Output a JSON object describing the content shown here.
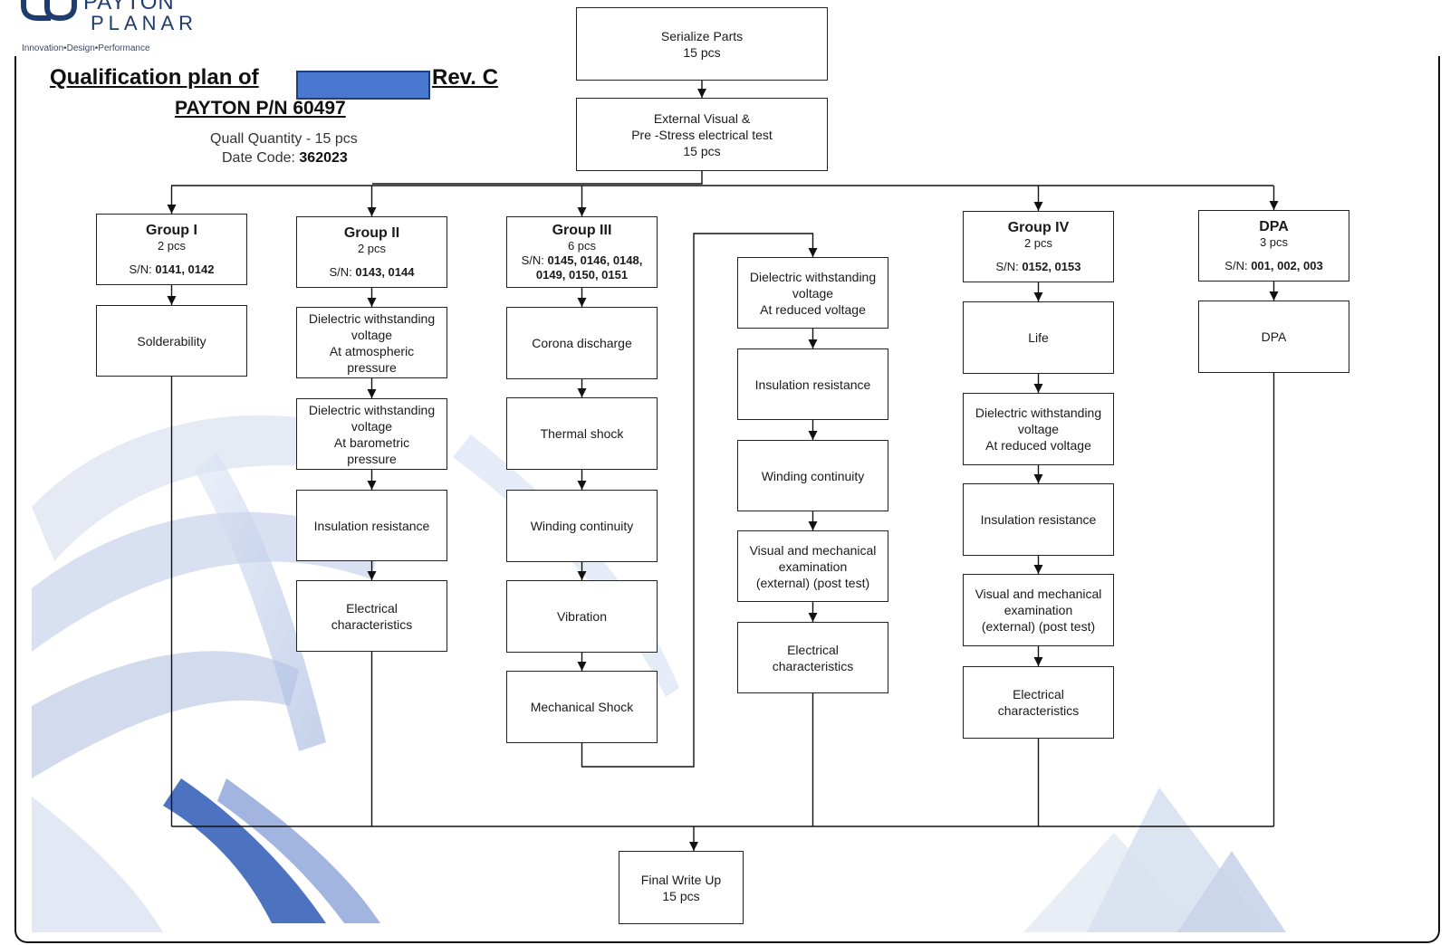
{
  "logo": {
    "brand_line1": "PAYTON",
    "brand_line2": "PLANAR",
    "tagline": "Innovation•Design•Performance"
  },
  "title": {
    "prefix": "Qualification plan of",
    "suffix": "Rev. C",
    "part_number": "PAYTON P/N 60497",
    "quantity": "Quall Quantity - 15 pcs",
    "date_code_label": "Date Code:",
    "date_code_value": "362023"
  },
  "colors": {
    "line": "#111111",
    "redaction": "#4a78d0",
    "logo_blue": "#1f3c6e"
  },
  "flow": {
    "serialize": [
      "Serialize Parts",
      "15 pcs"
    ],
    "external_visual": [
      "External Visual &",
      "Pre -Stress electrical test",
      "15 pcs"
    ],
    "groups": [
      {
        "name": "Group I",
        "qty": "2 pcs",
        "sn_label": "S/N:",
        "sn": "0141, 0142"
      },
      {
        "name": "Group II",
        "qty": "2 pcs",
        "sn_label": "S/N:",
        "sn": "0143, 0144"
      },
      {
        "name": "Group III",
        "qty": "6 pcs",
        "sn_label": "S/N:",
        "sn": "0145, 0146, 0148,",
        "sn2": "0149, 0150, 0151"
      },
      {
        "name": "Group IV",
        "qty": "2 pcs",
        "sn_label": "S/N:",
        "sn": "0152, 0153"
      },
      {
        "name": "DPA",
        "qty": "3 pcs",
        "sn_label": "S/N:",
        "sn": "001, 002, 003"
      }
    ],
    "group1_steps": [
      [
        "Solderability"
      ]
    ],
    "group2_steps": [
      [
        "Dielectric withstanding",
        "voltage",
        "At atmospheric",
        "pressure"
      ],
      [
        "Dielectric withstanding",
        "voltage",
        "At barometric",
        "pressure"
      ],
      [
        "Insulation resistance"
      ],
      [
        "Electrical",
        "characteristics"
      ]
    ],
    "group3_steps": [
      [
        "Corona discharge"
      ],
      [
        "Thermal shock"
      ],
      [
        "Winding continuity"
      ],
      [
        "Vibration"
      ],
      [
        "Mechanical Shock"
      ]
    ],
    "group3_cont_steps": [
      [
        "Dielectric withstanding",
        "voltage",
        "At reduced voltage"
      ],
      [
        "Insulation resistance"
      ],
      [
        "Winding continuity"
      ],
      [
        "Visual and mechanical",
        "examination",
        "(external) (post test)"
      ],
      [
        "Electrical",
        "characteristics"
      ]
    ],
    "group4_steps": [
      [
        "Life"
      ],
      [
        "Dielectric withstanding",
        "voltage",
        "At reduced voltage"
      ],
      [
        "Insulation resistance"
      ],
      [
        "Visual and mechanical",
        "examination",
        "(external) (post test)"
      ],
      [
        "Electrical",
        "characteristics"
      ]
    ],
    "dpa_steps": [
      [
        "DPA"
      ]
    ],
    "final": [
      "Final Write Up",
      "15 pcs"
    ]
  }
}
